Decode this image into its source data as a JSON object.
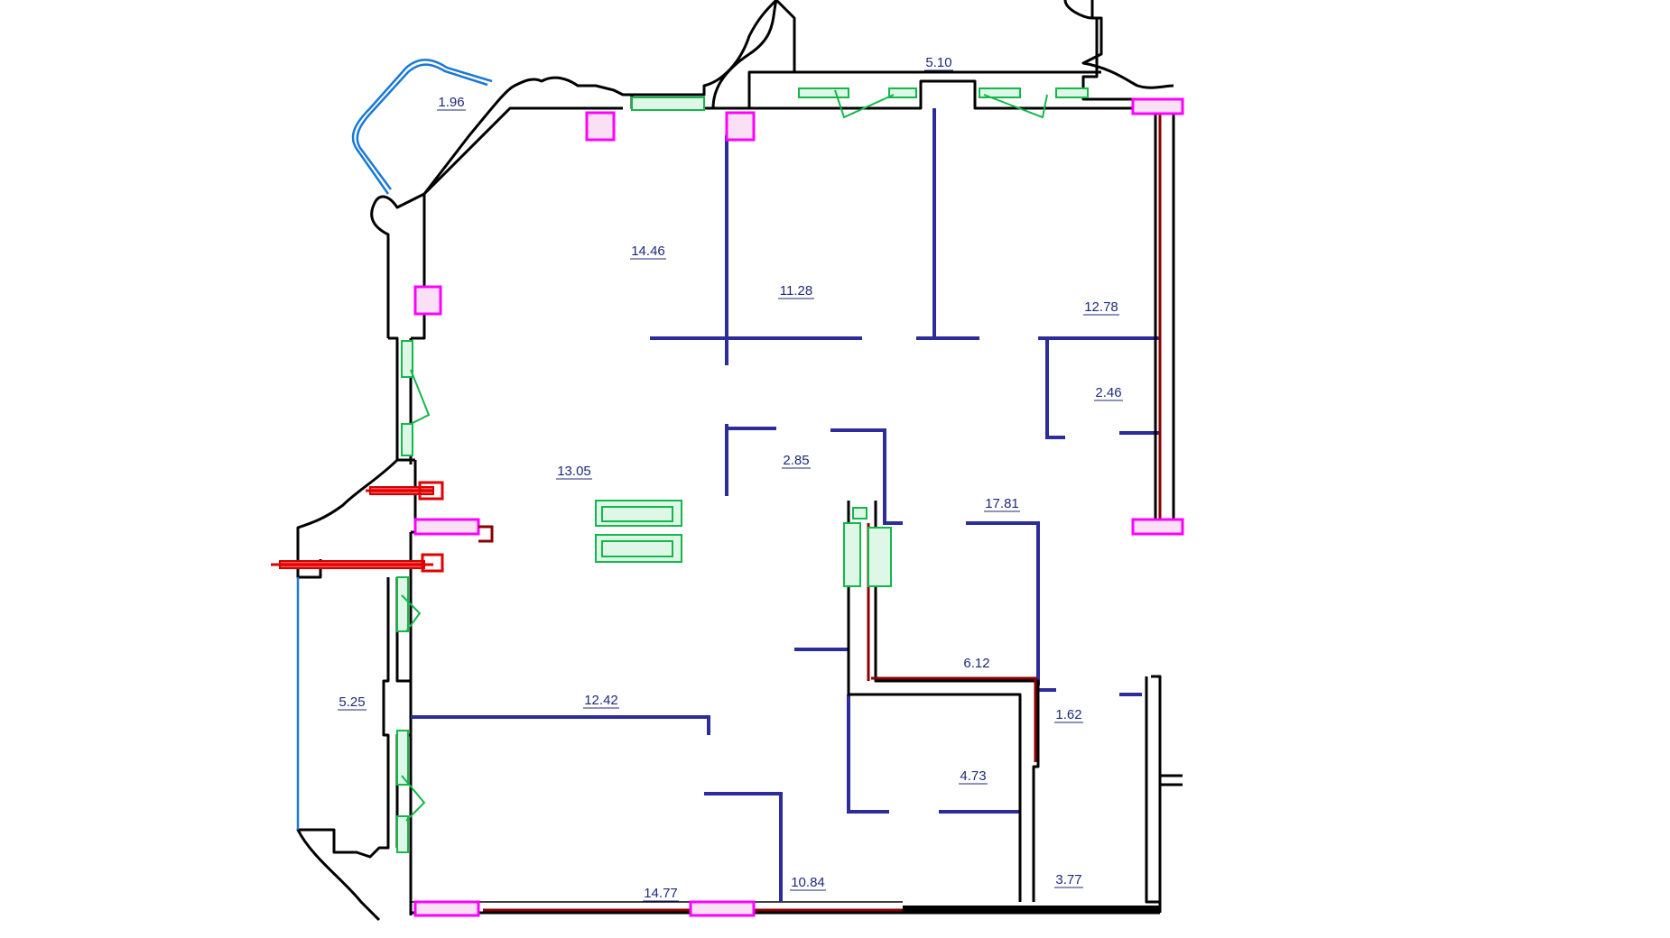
{
  "plan": {
    "rooms": [
      {
        "id": "r196",
        "label": "1.96"
      },
      {
        "id": "r510",
        "label": "5.10"
      },
      {
        "id": "r1446",
        "label": "14.46"
      },
      {
        "id": "r1128",
        "label": "11.28"
      },
      {
        "id": "r1278",
        "label": "12.78"
      },
      {
        "id": "r246",
        "label": "2.46"
      },
      {
        "id": "r1305",
        "label": "13.05"
      },
      {
        "id": "r285",
        "label": "2.85"
      },
      {
        "id": "r1781",
        "label": "17.81"
      },
      {
        "id": "r612",
        "label": "6.12"
      },
      {
        "id": "r525",
        "label": "5.25"
      },
      {
        "id": "r1242",
        "label": "12.42"
      },
      {
        "id": "r162",
        "label": "1.62"
      },
      {
        "id": "r473",
        "label": "4.73"
      },
      {
        "id": "r1477",
        "label": "14.77"
      },
      {
        "id": "r1084",
        "label": "10.84"
      },
      {
        "id": "r377",
        "label": "3.77"
      }
    ],
    "colors": {
      "wall": "#000000",
      "partition": "#2c2c9a",
      "column": "#ff00ff",
      "window": "#12b84a",
      "heating": "#e00000",
      "balcony": "#1a78d8",
      "label": "#1e2a7a"
    }
  }
}
